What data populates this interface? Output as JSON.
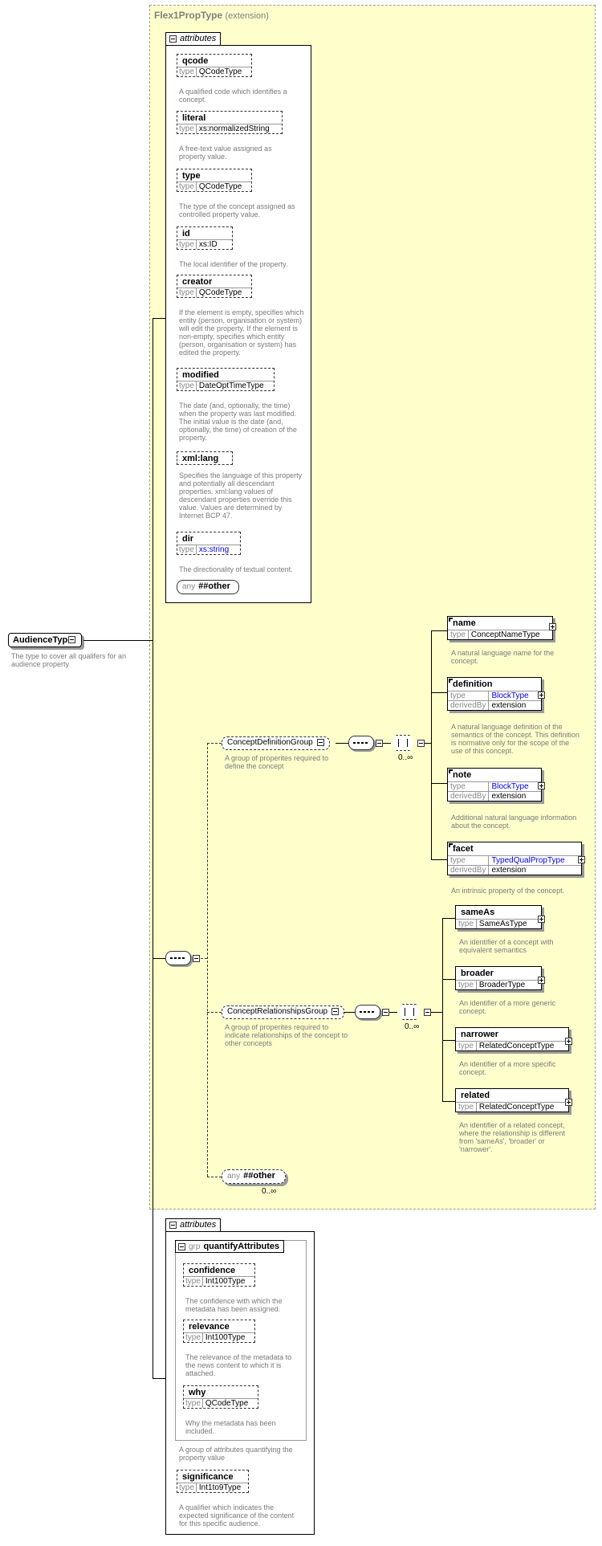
{
  "root": {
    "name": "AudienceType",
    "description": "The type to cover all qualifers for an audience property"
  },
  "extension": {
    "type_name": "Flex1PropType",
    "kind": "(extension)"
  },
  "labels": {
    "attributes": "attributes",
    "type": "type",
    "derivedBy": "derivedBy",
    "any": "any",
    "grp": "grp"
  },
  "attributes1": [
    {
      "name": "qcode",
      "type": "QCodeType",
      "desc": "A qualified code which identifies a concept."
    },
    {
      "name": "literal",
      "type": "xs:normalizedString",
      "desc": "A free-text value assigned as property value."
    },
    {
      "name": "type",
      "type": "QCodeType",
      "desc": "The type of the concept assigned as controlled property value."
    },
    {
      "name": "id",
      "type": "xs:ID",
      "desc": "The local identifier of the property."
    },
    {
      "name": "creator",
      "type": "QCodeType",
      "desc": "If the element is empty, specifies which entity (person, organisation or system) will edit the property. If the element is non-empty, specifies which entity (person, organisation or system) has edited the property."
    },
    {
      "name": "modified",
      "type": "DateOptTimeType",
      "desc": "The date (and, optionally, the time) when the property was last modified. The initial value is the date (and, optionally, the time) of creation of the property."
    },
    {
      "name": "xml:lang",
      "type": "",
      "desc": "Specifies the language of this property and potentially all descendant properties. xml:lang values of descendant properties override this value. Values are determined by Internet BCP 47."
    },
    {
      "name": "dir",
      "type": "xs:string",
      "desc": "The directionality of textual content."
    }
  ],
  "any_other": "##other",
  "concept_definition_group": {
    "name": "ConceptDefinitionGroup",
    "desc": "A group of properites required to define the concept",
    "occurs": "0..∞",
    "elements": [
      {
        "name": "name",
        "type": "ConceptNameType",
        "derivedBy": "",
        "desc": "A natural language name for the concept."
      },
      {
        "name": "definition",
        "type": "BlockType",
        "derivedBy": "extension",
        "desc": "A natural language definition of the semantics of the concept. This definition is normative only for the scope of the use of this concept."
      },
      {
        "name": "note",
        "type": "BlockType",
        "derivedBy": "extension",
        "desc": "Additional natural language information about the concept."
      },
      {
        "name": "facet",
        "type": "TypedQualPropType",
        "derivedBy": "extension",
        "desc": "An intrinsic property of the concept."
      }
    ]
  },
  "concept_relationships_group": {
    "name": "ConceptRelationshipsGroup",
    "desc": "A group of properites required to indicate relationships of the concept to other concepts",
    "occurs": "0..∞",
    "elements": [
      {
        "name": "sameAs",
        "type": "SameAsType",
        "desc": "An identifier of a concept with equivalent semantics"
      },
      {
        "name": "broader",
        "type": "BroaderType",
        "desc": "An identifier of a more generic concept."
      },
      {
        "name": "narrower",
        "type": "RelatedConceptType",
        "desc": "An identifier of a more specific concept."
      },
      {
        "name": "related",
        "type": "RelatedConceptType",
        "desc": "An identifier of a related concept, where the relationship is different from 'sameAs', 'broader' or 'narrower'."
      }
    ]
  },
  "any_other_occurs": "0..∞",
  "attributes2": {
    "group_name": "quantifyAttributes",
    "group_desc": "A group of attributes quantifying the property value",
    "items": [
      {
        "name": "confidence",
        "type": "Int100Type",
        "desc": "The confidence with which the metadata has been assigned."
      },
      {
        "name": "relevance",
        "type": "Int100Type",
        "desc": "The relevance of the metadata to the news content to which it is attached."
      },
      {
        "name": "why",
        "type": "QCodeType",
        "desc": "Why the metadata has been included."
      }
    ],
    "significance": {
      "name": "significance",
      "type": "Int1to9Type",
      "desc": "A qualifier which indicates the expected significance of the content for this specific audience."
    }
  }
}
